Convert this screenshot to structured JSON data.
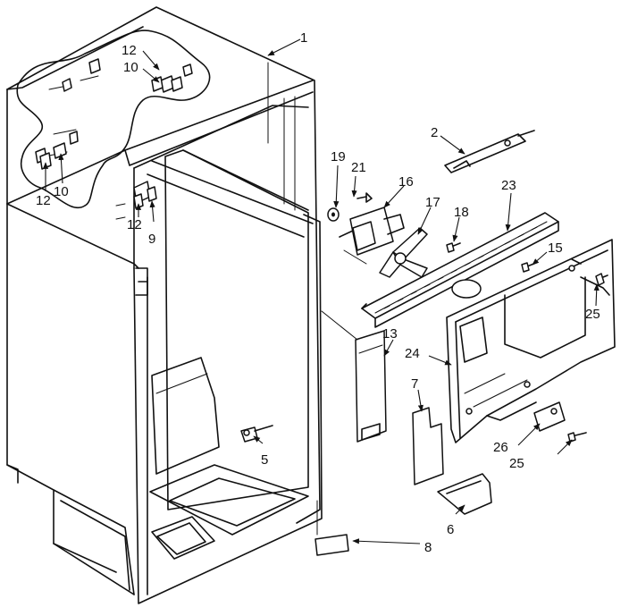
{
  "diagram": {
    "callouts": [
      {
        "id": "c1",
        "label": "1"
      },
      {
        "id": "c2",
        "label": "2"
      },
      {
        "id": "c5",
        "label": "5"
      },
      {
        "id": "c6",
        "label": "6"
      },
      {
        "id": "c7",
        "label": "7"
      },
      {
        "id": "c8",
        "label": "8"
      },
      {
        "id": "c9",
        "label": "9"
      },
      {
        "id": "c10a",
        "label": "10"
      },
      {
        "id": "c10b",
        "label": "10"
      },
      {
        "id": "c12a",
        "label": "12"
      },
      {
        "id": "c12b",
        "label": "12"
      },
      {
        "id": "c12c",
        "label": "12"
      },
      {
        "id": "c13",
        "label": "13"
      },
      {
        "id": "c15",
        "label": "15"
      },
      {
        "id": "c16",
        "label": "16"
      },
      {
        "id": "c17",
        "label": "17"
      },
      {
        "id": "c18",
        "label": "18"
      },
      {
        "id": "c19",
        "label": "19"
      },
      {
        "id": "c21",
        "label": "21"
      },
      {
        "id": "c23",
        "label": "23"
      },
      {
        "id": "c24",
        "label": "24"
      },
      {
        "id": "c25a",
        "label": "25"
      },
      {
        "id": "c25b",
        "label": "25"
      },
      {
        "id": "c26",
        "label": "26"
      }
    ]
  }
}
